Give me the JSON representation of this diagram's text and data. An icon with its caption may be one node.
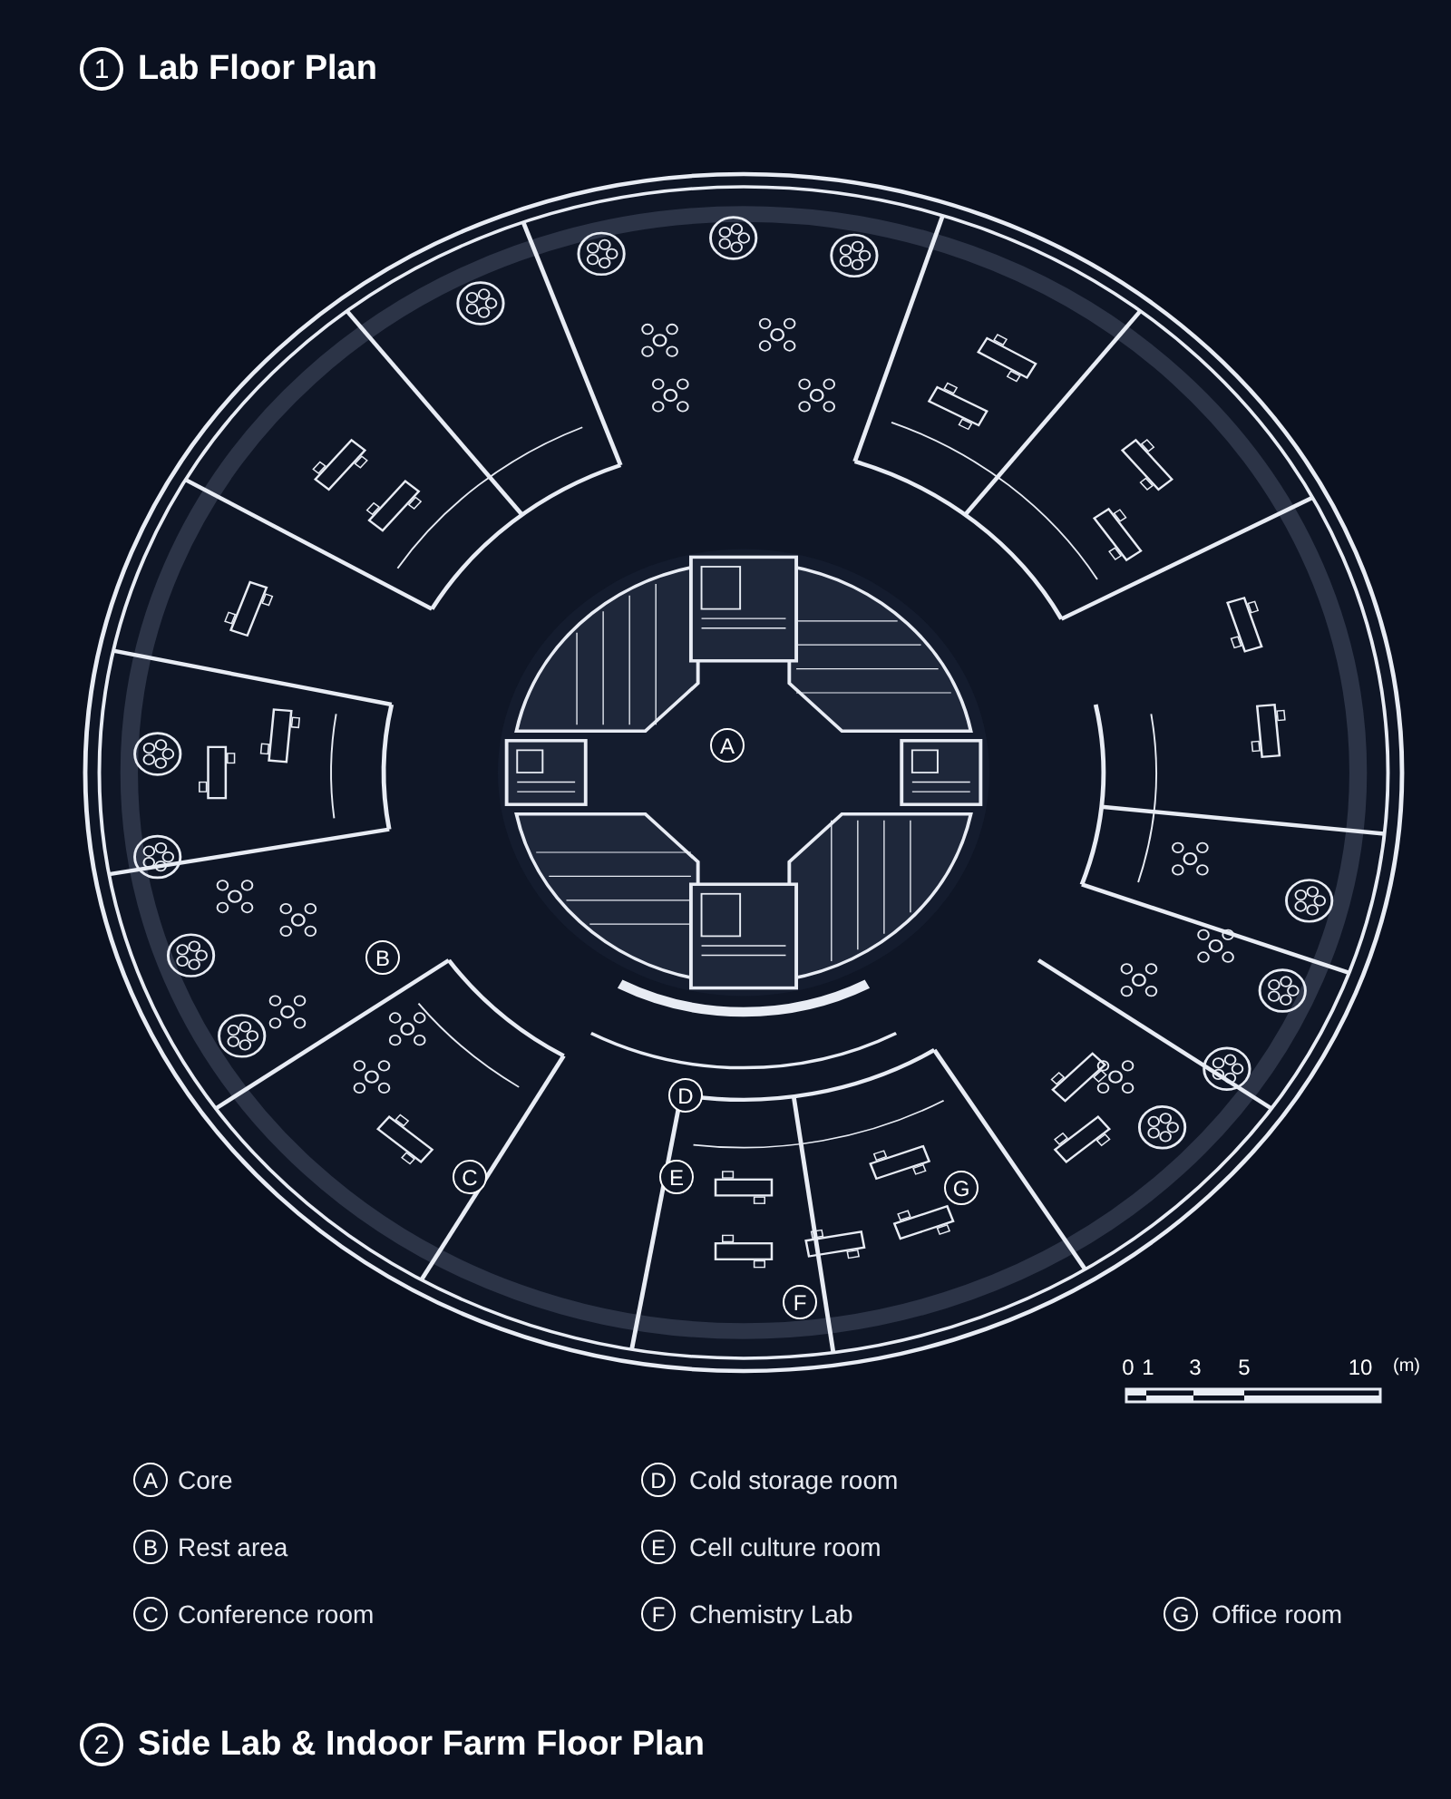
{
  "diagram": {
    "title": "Lab Floor Plan",
    "labels": [
      "1",
      "A",
      "B",
      "D",
      "C",
      "E",
      "G",
      "F",
      "0",
      "1",
      "3",
      "5",
      "10",
      "(m)",
      "A",
      "Core",
      "D",
      "Cold storage room",
      "B",
      "Rest area",
      "E",
      "Cell culture room",
      "C",
      "Conference room",
      "F",
      "Chemistry Lab",
      "G",
      "Office room",
      "2",
      "Side Lab & Indoor Farm Floor Plan"
    ]
  }
}
